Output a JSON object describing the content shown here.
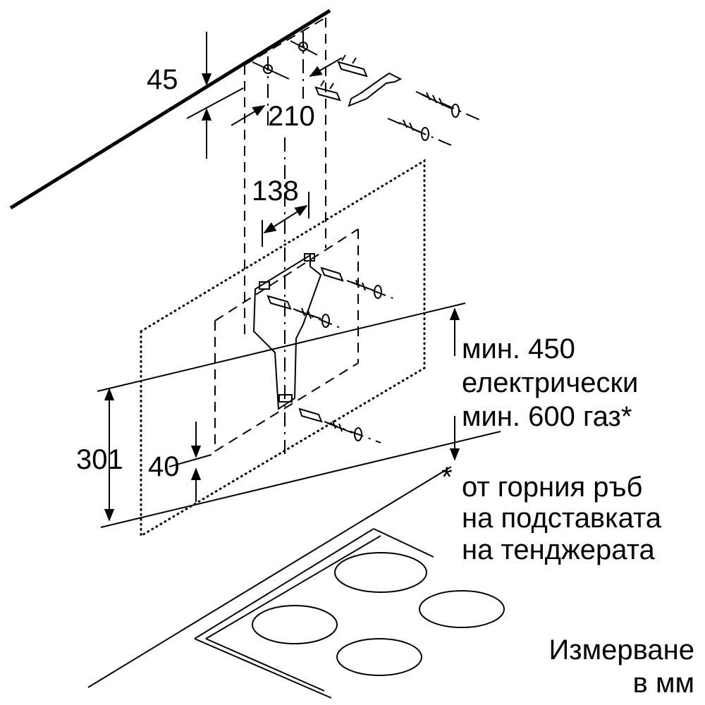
{
  "dimensions": {
    "top_offset": "45",
    "bracket_width": "210",
    "hole_spacing": "138",
    "height": "301",
    "bottom_offset": "40"
  },
  "clearance": {
    "line1": "мин. 450",
    "line2": "електрически",
    "line3": "мин. 600 газ*"
  },
  "footnote": {
    "marker": "*",
    "line1": "от горния ръб",
    "line2": "на подставката",
    "line3": "на тенджерата"
  },
  "units": {
    "line1": "Измерване",
    "line2": "в мм"
  }
}
